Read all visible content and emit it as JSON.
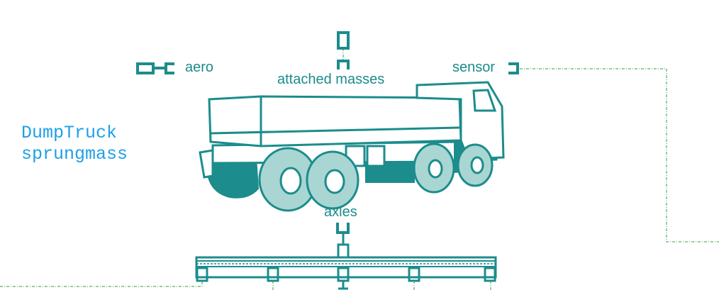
{
  "block": {
    "name_line1": "DumpTruck",
    "name_line2": "sprungmass"
  },
  "ports": {
    "aero": "aero",
    "attached_masses": "attached masses",
    "sensor": "sensor",
    "axles": "axles"
  },
  "colors": {
    "teal": "#1c8c8c",
    "teal_light": "#a9d6d2",
    "block_name": "#1fa0e6",
    "connection_line": "#2e9e3e"
  }
}
